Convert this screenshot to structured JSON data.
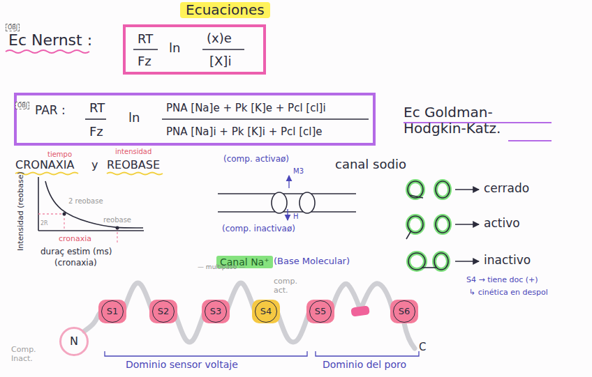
{
  "diagram": {
    "title": "Ecuaciones",
    "nodes": [
      {
        "text": [
          "Ec Nernst :",
          "RT",
          "Fz",
          "ln",
          "(x)e",
          "[X]i"
        ]
      },
      {
        "text": [
          "PAR :",
          "RT",
          "Fz",
          "ln",
          "PNA [Na]e + Pk [K]e + Pcl [cl]i",
          "PNA [Na]i + Pk [K]i + Pcl [cl]e"
        ]
      },
      {
        "text": [
          "N"
        ]
      },
      {
        "text": [
          "S1"
        ]
      },
      {
        "text": [
          "S2"
        ]
      },
      {
        "text": [
          "S3"
        ]
      },
      {
        "text": [
          "S4"
        ]
      },
      {
        "text": [
          "S5"
        ]
      },
      {
        "text": [
          "S6"
        ]
      }
    ],
    "edges": [
      {
        "from": 2,
        "to": 3,
        "arrow": "none"
      },
      {
        "from": 3,
        "to": 4,
        "arrow": "none"
      },
      {
        "from": 4,
        "to": 5,
        "arrow": "none"
      },
      {
        "from": 5,
        "to": 6,
        "arrow": "none"
      },
      {
        "from": 6,
        "to": 7,
        "arrow": "none"
      },
      {
        "from": 7,
        "to": 8,
        "arrow": "none"
      }
    ],
    "labels": [
      "OBJ",
      "OBJ",
      "Ec Goldman-Hodgkin-Katz.",
      "tiempo",
      "intensidad",
      "CRONAXIA",
      "y",
      "REOBASE",
      "Intensidad (reobase)",
      "2 reobase",
      "2R",
      "reobase",
      "cronaxia",
      "duraç estim (ms)",
      "(cronaxia)",
      "(comp. activaø)",
      "M3",
      "H",
      "(comp. inactivaø)",
      "canal sodio",
      "cerrado",
      "activo",
      "inactivo",
      "S4 → tiene doc (+)",
      "↳ cinética en despol",
      "Canal Na⁺",
      "(Base Molecular)",
      "— multipaso —",
      "comp. act.",
      "Comp. Inact.",
      "C",
      "Dominio sensor voltaje",
      "Dominio del poro"
    ]
  }
}
